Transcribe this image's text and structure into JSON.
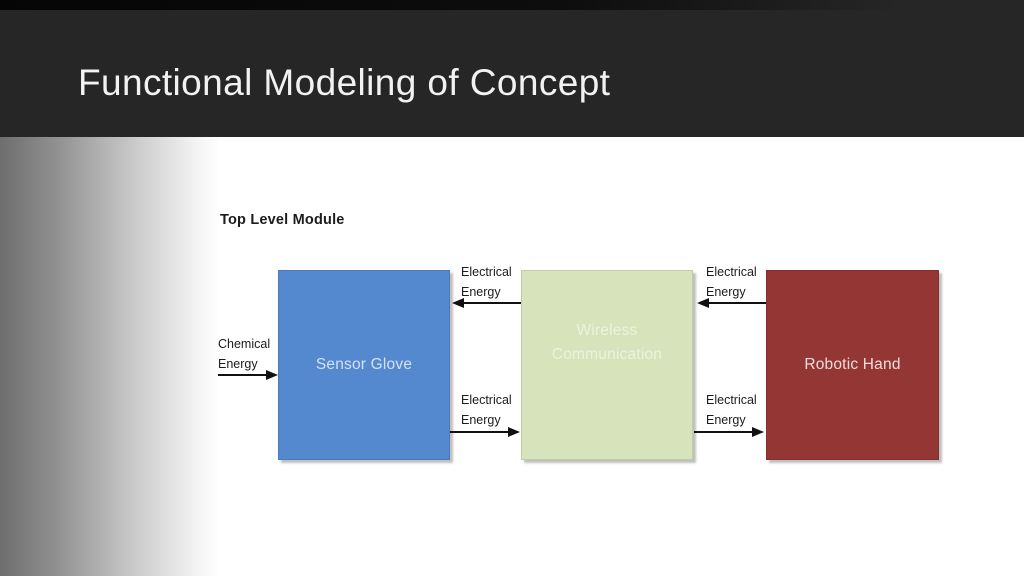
{
  "slide": {
    "title": "Functional Modeling of Concept"
  },
  "diagram": {
    "heading": "Top Level Module",
    "blocks": [
      {
        "name": "sensor-glove",
        "label": "Sensor Glove"
      },
      {
        "name": "wireless-communication",
        "label_line1": "Wireless",
        "label_line2": "Communication"
      },
      {
        "name": "robotic-hand",
        "label": "Robotic Hand"
      }
    ],
    "flows": [
      {
        "name": "chemical-energy-input",
        "line1": "Chemical",
        "line2": "Energy",
        "direction": "right"
      },
      {
        "name": "electrical-energy-wireless-to-sensor",
        "line1": "Electrical",
        "line2": "Energy",
        "direction": "left"
      },
      {
        "name": "electrical-energy-sensor-to-wireless",
        "line1": "Electrical",
        "line2": "Energy",
        "direction": "right"
      },
      {
        "name": "electrical-energy-robotic-to-wireless",
        "line1": "Electrical",
        "line2": "Energy",
        "direction": "left"
      },
      {
        "name": "electrical-energy-wireless-to-robotic",
        "line1": "Electrical",
        "line2": "Energy",
        "direction": "right"
      }
    ]
  },
  "colors": {
    "header_bg": "#262626",
    "title_text": "#f2f2f2",
    "sensor_glove_fill": "#5488cf",
    "sensor_glove_text": "#d5e2f2",
    "wireless_fill": "#d6e3bb",
    "wireless_text": "#edf2e0",
    "robotic_fill": "#943634",
    "robotic_text": "#f2dcdb",
    "diagram_text": "#1c1c1c",
    "arrow": "#111111"
  }
}
